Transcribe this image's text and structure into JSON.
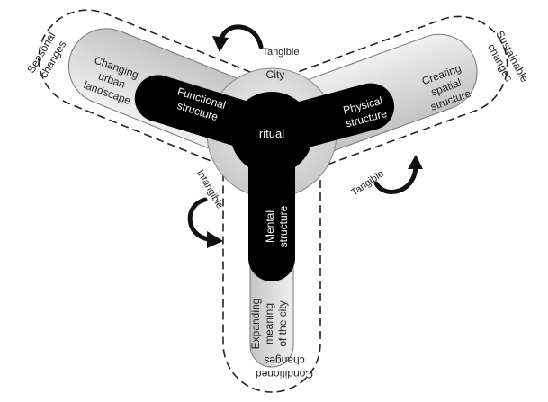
{
  "center": {
    "label": "ritual",
    "ring_label": "City"
  },
  "arms": {
    "functional": {
      "inner_label": [
        "Functional",
        "structure"
      ],
      "outer_label": [
        "Changing",
        "urban",
        "landscape"
      ],
      "envelope_label": [
        "Seasonal",
        "changes"
      ]
    },
    "physical": {
      "inner_label": [
        "Physical",
        "structure"
      ],
      "outer_label": [
        "Creating",
        "spatial",
        "structure"
      ],
      "envelope_label": [
        "Sustainable",
        "changes"
      ]
    },
    "mental": {
      "inner_label": [
        "Mental",
        "structure"
      ],
      "outer_label": [
        "Expanding",
        "meaning",
        "of the city"
      ],
      "envelope_label": [
        "Conditioned",
        "changes"
      ]
    }
  },
  "cycle_labels": {
    "top": "Tangible",
    "right": "Tangible",
    "left": "Intangible"
  },
  "colors": {
    "ring": "#dcdcdc",
    "outer_arm": "#d6d6d6",
    "inner_arm": "#000000",
    "envelope_stroke": "#222222",
    "arrow": "#111111",
    "text_dark": "#222222",
    "text_light": "#ffffff"
  }
}
